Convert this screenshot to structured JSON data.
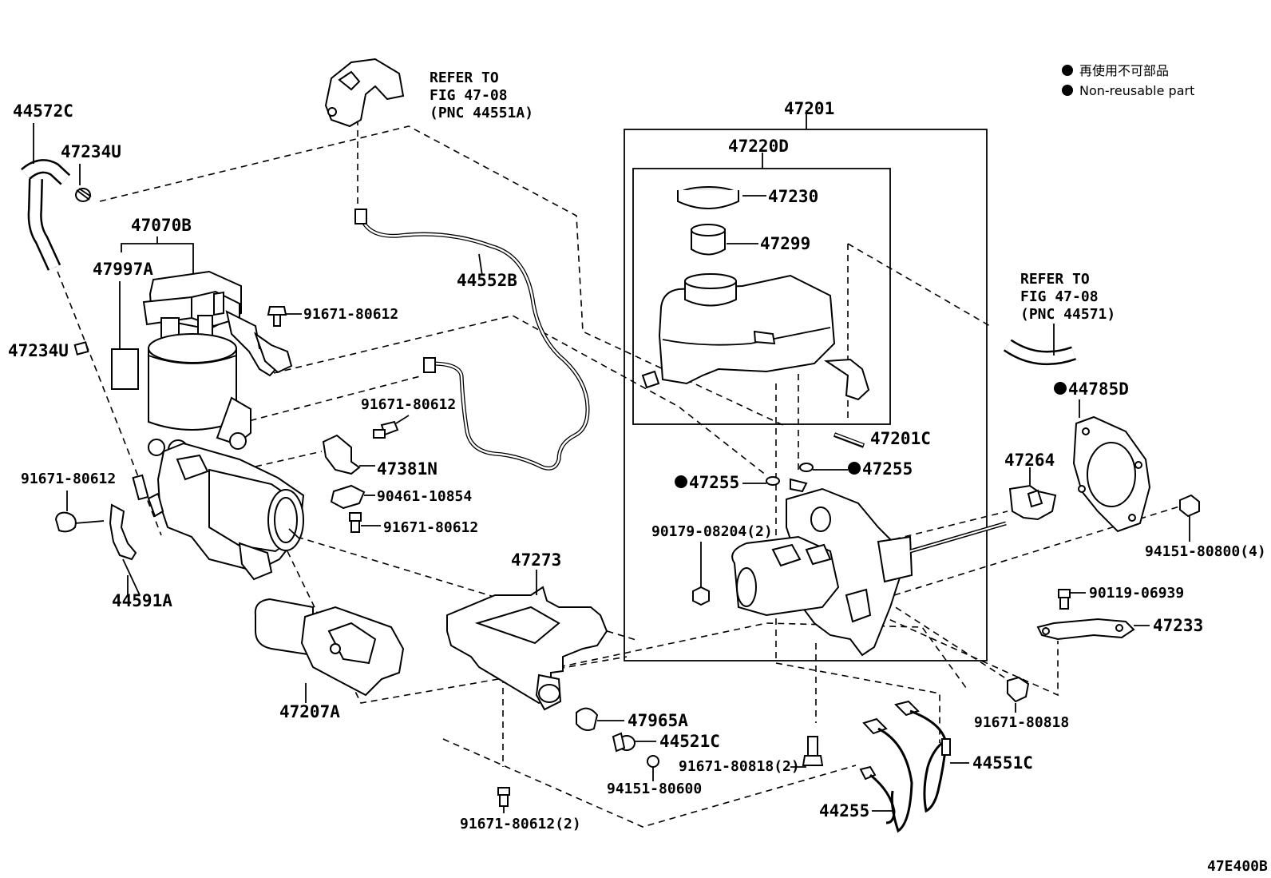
{
  "legend": {
    "items": [
      {
        "symbol": "filled-circle-icon",
        "text": "再使用不可部品"
      },
      {
        "symbol": "filled-circle-icon",
        "text": "Non-reusable part"
      }
    ]
  },
  "refer_notes": {
    "top": {
      "line1": "REFER TO",
      "line2": "FIG 47-08",
      "line3": "(PNC 44551A)"
    },
    "right": {
      "line1": "REFER TO",
      "line2": "FIG 47-08",
      "line3": "(PNC 44571)"
    }
  },
  "parts": {
    "p44572C": "44572C",
    "p47234U_top": "47234U",
    "p47070B": "47070B",
    "p47997A": "47997A",
    "p47234U_left": "47234U",
    "p91671_80612_a": "91671-80612",
    "p91671_80612_b": "91671-80612",
    "p91671_80612_c": "91671-80612",
    "p91671_80612_d": "91671-80612",
    "p44552B": "44552B",
    "p47381N": "47381N",
    "p90461_10854": "90461-10854",
    "p44591A": "44591A",
    "p47207A": "47207A",
    "p47273": "47273",
    "p47965A": "47965A",
    "p44521C": "44521C",
    "p94151_80600": "94151-80600",
    "p91671_80612_2": "91671-80612(2)",
    "p47201": "47201",
    "p47220D": "47220D",
    "p47230": "47230",
    "p47299": "47299",
    "p47201C": "47201C",
    "p47255_right": "47255",
    "p47255_left": "47255",
    "p90179_08204_2": "90179-08204(2)",
    "p91671_80818_2": "91671-80818(2)",
    "p44255": "44255",
    "p44551C": "44551C",
    "p91671_80818": "91671-80818",
    "p47264": "47264",
    "p44785D": "44785D",
    "p94151_80800_4": "94151-80800(4)",
    "p90119_06939": "90119-06939",
    "p47233": "47233"
  },
  "diagram_code": "47E400B"
}
